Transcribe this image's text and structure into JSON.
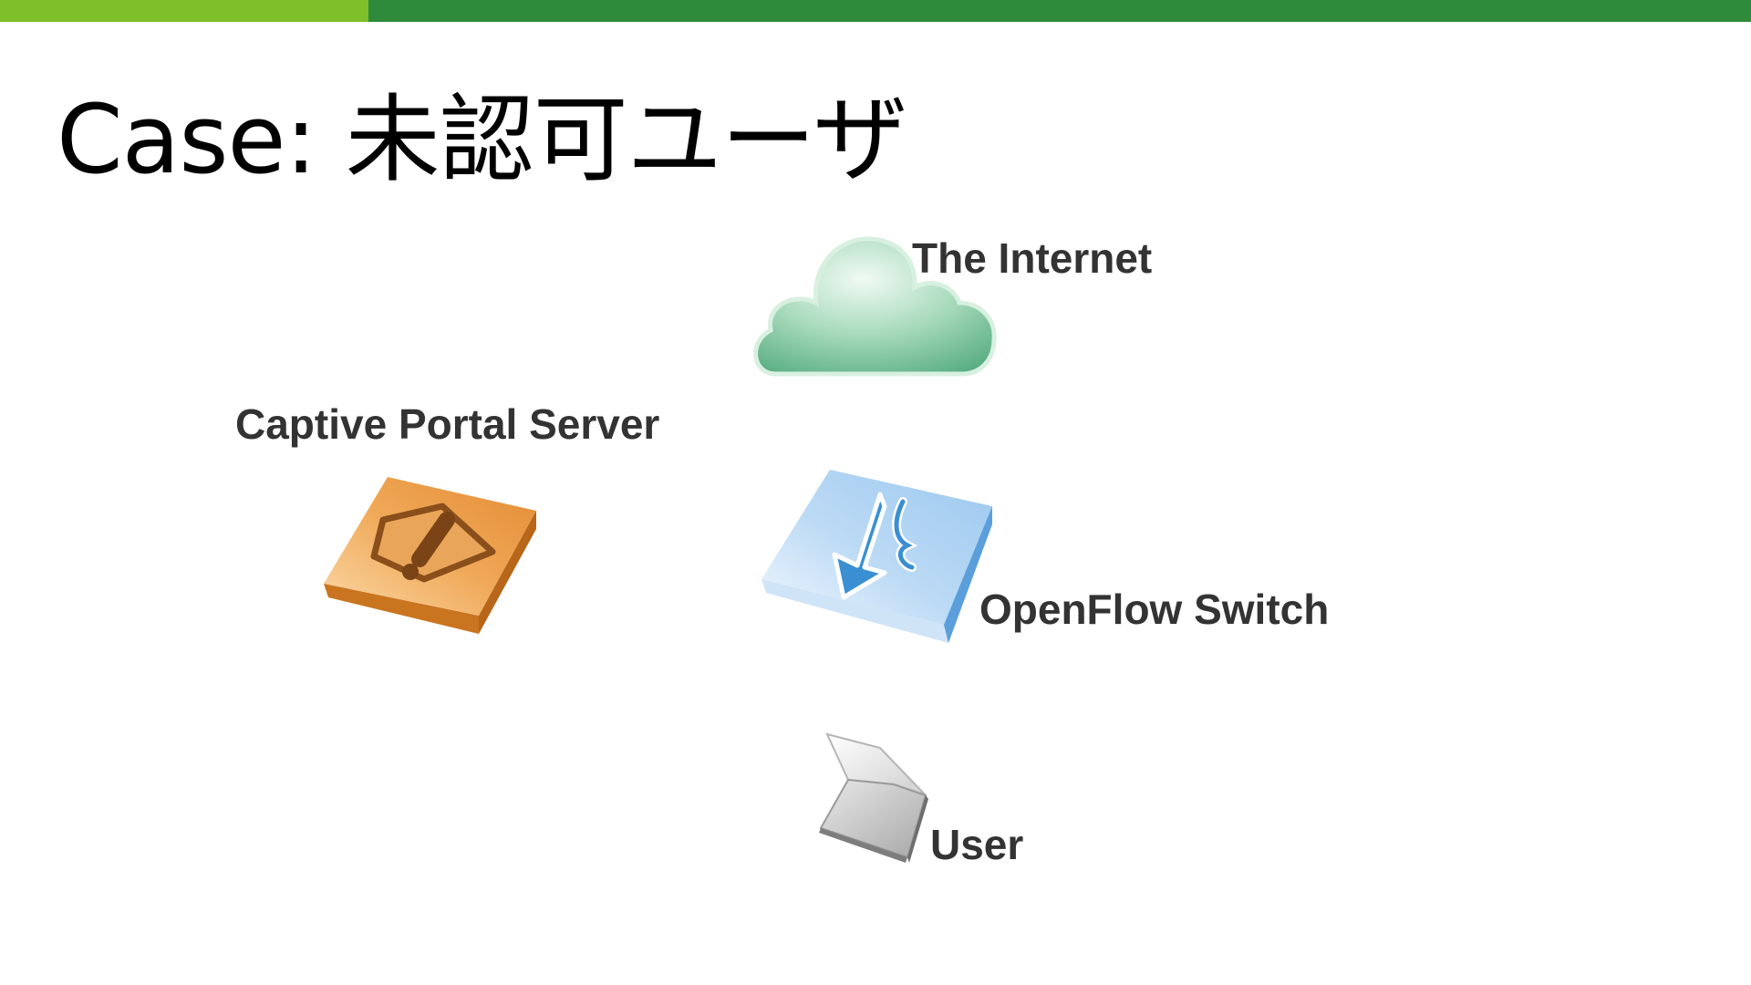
{
  "slide": {
    "title": "Case: 未認可ユーザ",
    "colors": {
      "bar_light_green": "#7fbf2a",
      "bar_dark_green": "#2e8b3c",
      "text_dark": "#333333",
      "cloud_green": "#7cc49b",
      "portal_orange": "#e8963e",
      "switch_blue": "#9ccaf0",
      "switch_arrow_blue": "#3a8fd2"
    }
  },
  "nodes": {
    "internet": {
      "label": "The Internet",
      "icon": "cloud-icon"
    },
    "portal": {
      "label": "Captive Portal Server",
      "icon": "warning-server-icon"
    },
    "switch": {
      "label": "OpenFlow Switch",
      "icon": "switch-icon"
    },
    "user": {
      "label": "User",
      "icon": "laptop-icon"
    }
  }
}
